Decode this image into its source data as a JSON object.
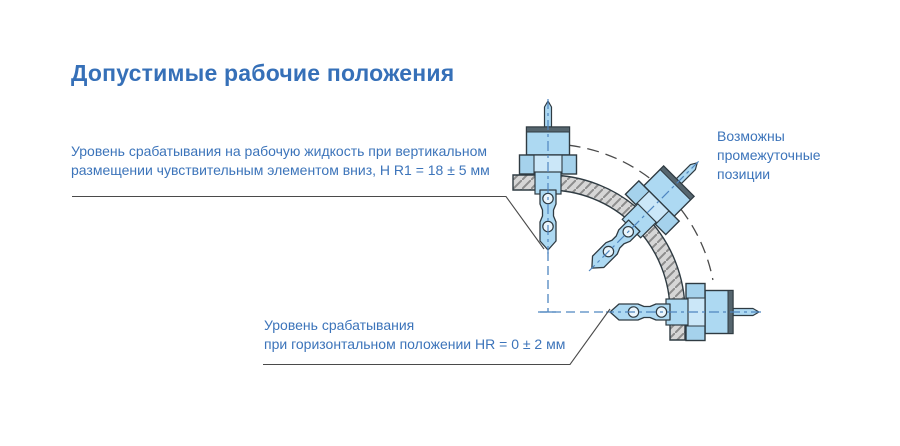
{
  "title": "Допустимые рабочие положения",
  "annotations": {
    "vertical_level": {
      "line1": "Уровень срабатывания на рабочую жидкость при вертикальном",
      "line2": "размещении чувствительным элементом вниз, H R1 = 18 ± 5 мм",
      "value": "H R1 = 18 ± 5 мм"
    },
    "horizontal_level": {
      "line1": "Уровень срабатывания",
      "line2": "при горизонтальном положении HR = 0 ± 2 мм",
      "value": "HR = 0 ± 2 мм"
    },
    "intermediate_positions": {
      "line1": "Возможны",
      "line2": "промежуточные",
      "line3": "позиции"
    }
  },
  "diagram": {
    "sensor_positions": [
      "vertical",
      "45-degree",
      "horizontal"
    ],
    "colors": {
      "accent_text": "#3A72B9",
      "sensor_fill": "#ADD9F2",
      "sensor_fill_light": "#CBE7F8",
      "sensor_cap": "#55656E",
      "sensor_outline": "#2F3B42",
      "wall_fill": "#D6D6D6",
      "wall_hatch": "#8C8C8C",
      "center_line_blue": "#4F86C0",
      "leader_line_gray": "#4A4A4A"
    }
  }
}
